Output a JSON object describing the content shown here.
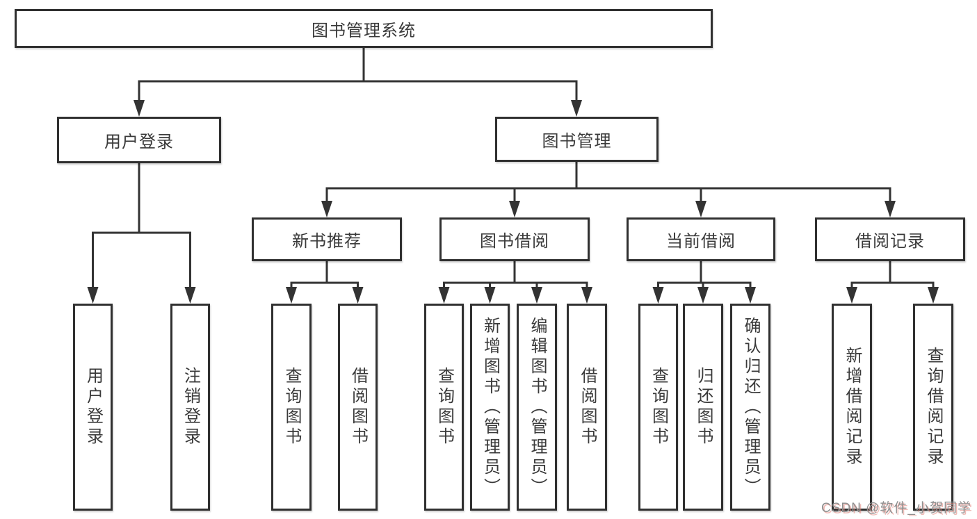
{
  "nodes": {
    "root": "图书管理系统",
    "login": "用户登录",
    "manage": "图书管理",
    "recommend": "新书推荐",
    "borrow": "图书借阅",
    "current": "当前借阅",
    "record": "借阅记录",
    "login_user": "用户登录",
    "login_logout": "注销登录",
    "recommend_query": "查询图书",
    "recommend_borrow": "借阅图书",
    "borrow_query": "查询图书",
    "borrow_add": "新增图书（管理员）",
    "borrow_edit": "编辑图书（管理员）",
    "borrow_do": "借阅图书",
    "current_query": "查询图书",
    "current_return": "归还图书",
    "current_confirm": "确认归还（管理员）",
    "record_add": "新增借阅记录",
    "record_query": "查询借阅记录"
  },
  "edges": [
    [
      "root",
      "login"
    ],
    [
      "root",
      "manage"
    ],
    [
      "login",
      "login_user"
    ],
    [
      "login",
      "login_logout"
    ],
    [
      "manage",
      "recommend"
    ],
    [
      "manage",
      "borrow"
    ],
    [
      "manage",
      "current"
    ],
    [
      "manage",
      "record"
    ],
    [
      "recommend",
      "recommend_query"
    ],
    [
      "recommend",
      "recommend_borrow"
    ],
    [
      "borrow",
      "borrow_query"
    ],
    [
      "borrow",
      "borrow_add"
    ],
    [
      "borrow",
      "borrow_edit"
    ],
    [
      "borrow",
      "borrow_do"
    ],
    [
      "current",
      "current_query"
    ],
    [
      "current",
      "current_return"
    ],
    [
      "current",
      "current_confirm"
    ],
    [
      "record",
      "record_add"
    ],
    [
      "record",
      "record_query"
    ]
  ],
  "watermark": "CSDN @软件_小贺同学",
  "colors": {
    "line": "#333333",
    "box_border": "#303030",
    "text": "#3a3a3a",
    "background": "#ffffff",
    "watermark_text": "#8f8f8f",
    "watermark_shadow": "#e08278"
  }
}
